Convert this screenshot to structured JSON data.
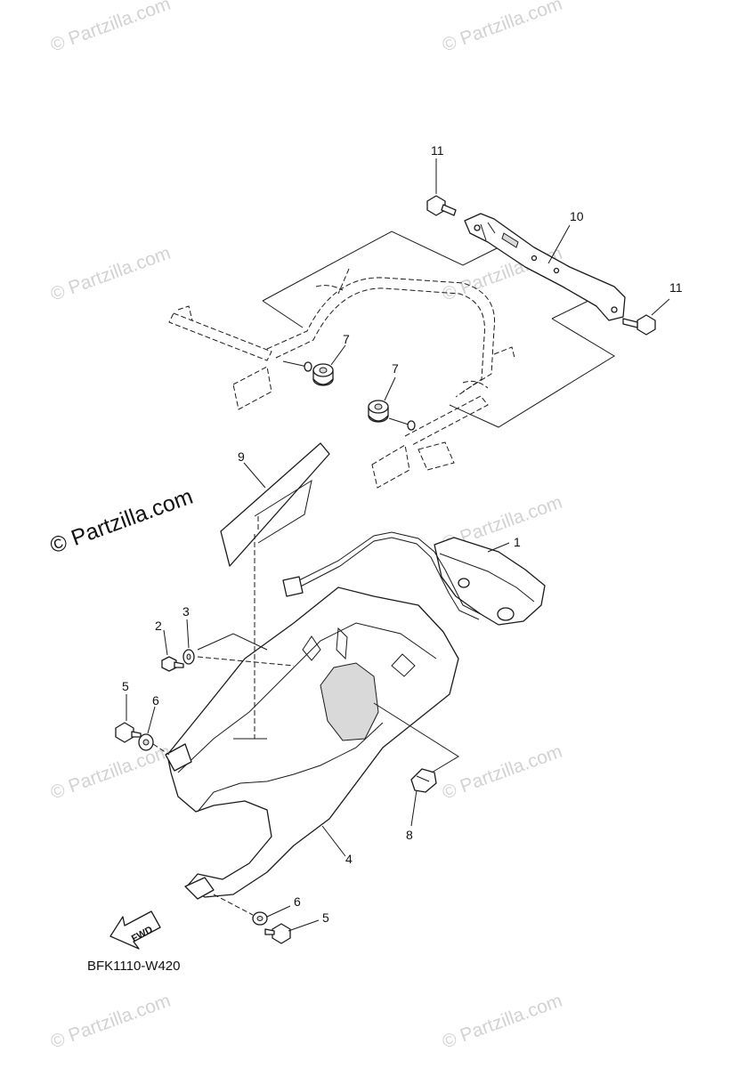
{
  "watermark": {
    "text": "© Partzilla.com",
    "main_text": "© Partzilla.com"
  },
  "callouts": {
    "c1": "1",
    "c2": "2",
    "c3": "3",
    "c4": "4",
    "c5a": "5",
    "c5b": "5",
    "c6a": "6",
    "c6b": "6",
    "c7a": "7",
    "c7b": "7",
    "c8": "8",
    "c9": "9",
    "c10": "10",
    "c11a": "11",
    "c11b": "11"
  },
  "fwd_label": "FWD",
  "diagram_code": "BFK1110-W420",
  "colors": {
    "line": "#1a1a1a",
    "watermark": "#d2d2d2",
    "background": "#ffffff"
  }
}
